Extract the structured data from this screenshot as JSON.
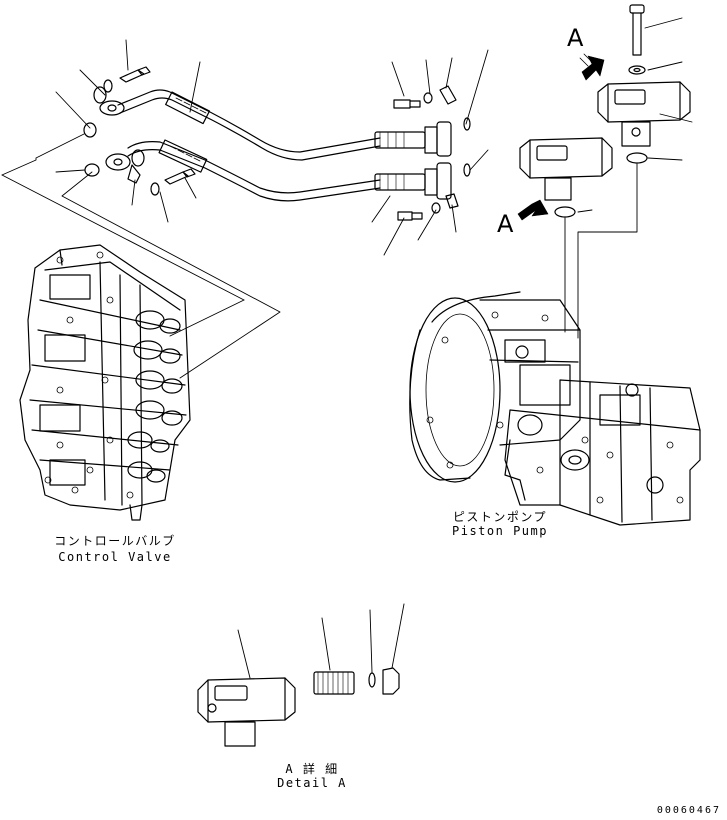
{
  "labels": {
    "control_valve_jp": "コントロールバルブ",
    "control_valve_en": "Control Valve",
    "piston_pump_jp": "ピストンポンプ",
    "piston_pump_en": "Piston Pump",
    "detail_jp": "A 詳 細",
    "detail_en": "Detail A",
    "view_marker_top": "A",
    "view_marker_mid": "A",
    "document_number": "00060467"
  },
  "colors": {
    "ink": "#000000",
    "paper": "#ffffff"
  }
}
